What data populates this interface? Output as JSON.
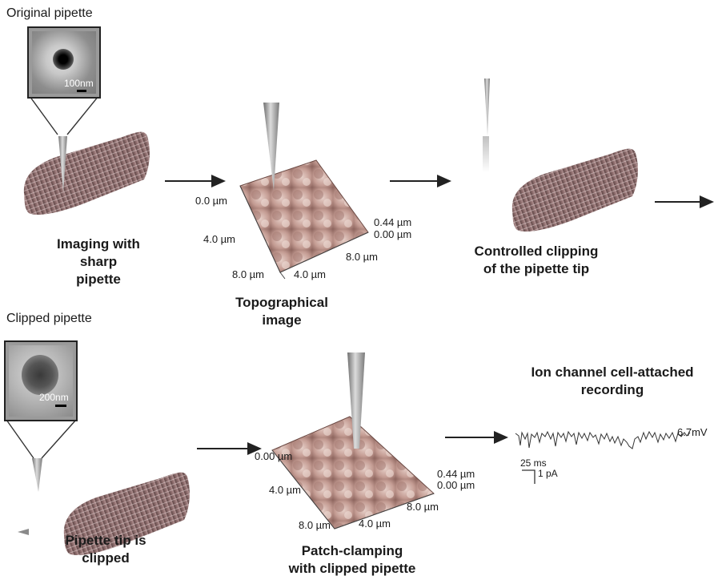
{
  "top_row": {
    "section_label": "Original pipette",
    "sem_scale": "100nm",
    "step1_caption": [
      "Imaging with",
      "sharp",
      "pipette"
    ],
    "step2_caption": [
      "Topographical",
      "image"
    ],
    "step3_caption": [
      "Controlled clipping",
      "of the pipette tip"
    ],
    "axes": {
      "x0": "0.0 µm",
      "x1": "4.0 µm",
      "x2": "8.0 µm",
      "y1": "4.0 µm",
      "y2": "8.0 µm",
      "z_top": "0.44 µm",
      "z_bottom": "0.00 µm"
    }
  },
  "bottom_row": {
    "section_label": "Clipped pipette",
    "sem_scale": "200nm",
    "step1_caption": [
      "Pipette tip is",
      "clipped"
    ],
    "step2_caption": [
      "Patch-clamping",
      "with clipped pipette"
    ],
    "step3_caption": [
      "Ion channel cell-attached",
      "recording"
    ],
    "axes": {
      "x0": "0.00 µm",
      "x1": "4.0 µm",
      "x2": "8.0 µm",
      "y1": "4.0 µm",
      "y2": "8.0 µm",
      "z_top": "0.44 µm",
      "z_bottom": "0.00 µm"
    },
    "recording": {
      "voltage": "6.7mV",
      "time_scale": "25 ms",
      "current_scale": "1 pA"
    }
  },
  "colors": {
    "cell": "#8a6a6a",
    "surface": "#c49c94",
    "pipette": "#9a9a9a",
    "arrow": "#222222"
  }
}
